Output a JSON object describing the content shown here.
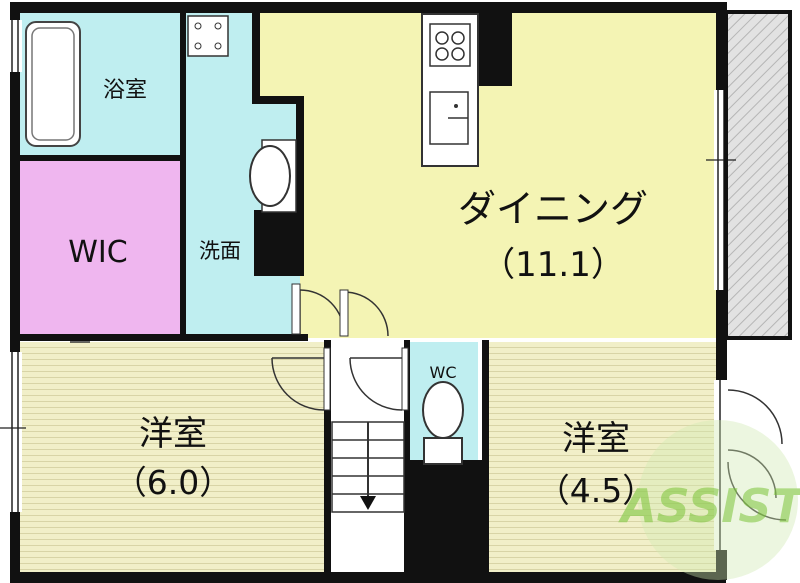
{
  "rooms": {
    "bath": {
      "label": "浴室",
      "color": "#bfeef0"
    },
    "wic": {
      "label": "WIC",
      "color": "#efb6ef"
    },
    "washroom": {
      "label": "洗面",
      "color": "#bfeef0"
    },
    "dining": {
      "label": "ダイニング",
      "size": "（11.1）",
      "color": "#f4f4b4"
    },
    "western_left": {
      "label": "洋室",
      "size": "（6.0）",
      "color": "#f1efc8"
    },
    "western_right": {
      "label": "洋室",
      "size": "（4.5）",
      "color": "#f1efc8"
    },
    "wc": {
      "label": "WC",
      "color": "#bfeef0"
    }
  },
  "logo": {
    "text": "ASSIST",
    "color": "#a6d96a"
  }
}
